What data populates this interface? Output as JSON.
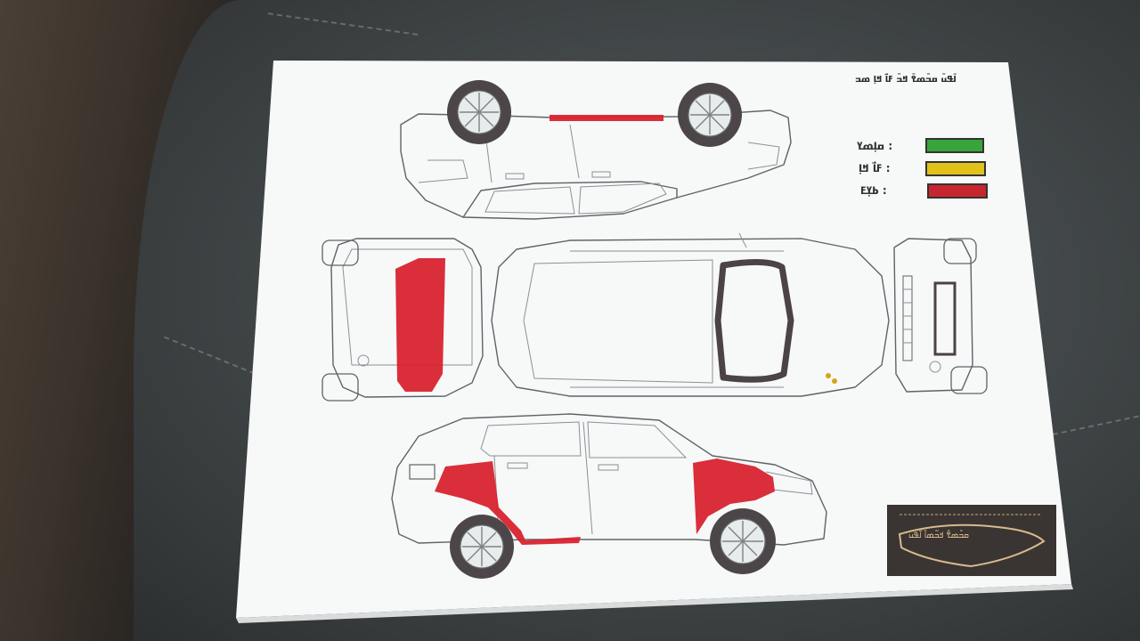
{
  "header": {
    "title": "ߊ߬ߟߎ߫ ߛߏ߫ߘߐ߫ ߞߏ߫ ߓߊ߯ ߞߊ߲ ߘߏ"
  },
  "legend": {
    "items": [
      {
        "label": "ߛߊ߲ߘߌ :",
        "color": "#3aa43c"
      },
      {
        "label": "ߓߊ߯ ߞߊ߲ :",
        "color": "#e0c21a"
      },
      {
        "label": "ߕߌ߲ߓ :",
        "color": "#c8262f"
      }
    ]
  },
  "logo": {
    "text": "ߛߏ߫ߘߐ߫ ߞߏ߬ߘߊ߫ ߊ߬ߟߎ߫"
  },
  "colors": {
    "damage": "#d8232f",
    "paper": "#f7f8f8",
    "seat": "#43484a"
  },
  "views": [
    "top-flipped-side",
    "rear",
    "roof",
    "front",
    "left-side"
  ]
}
